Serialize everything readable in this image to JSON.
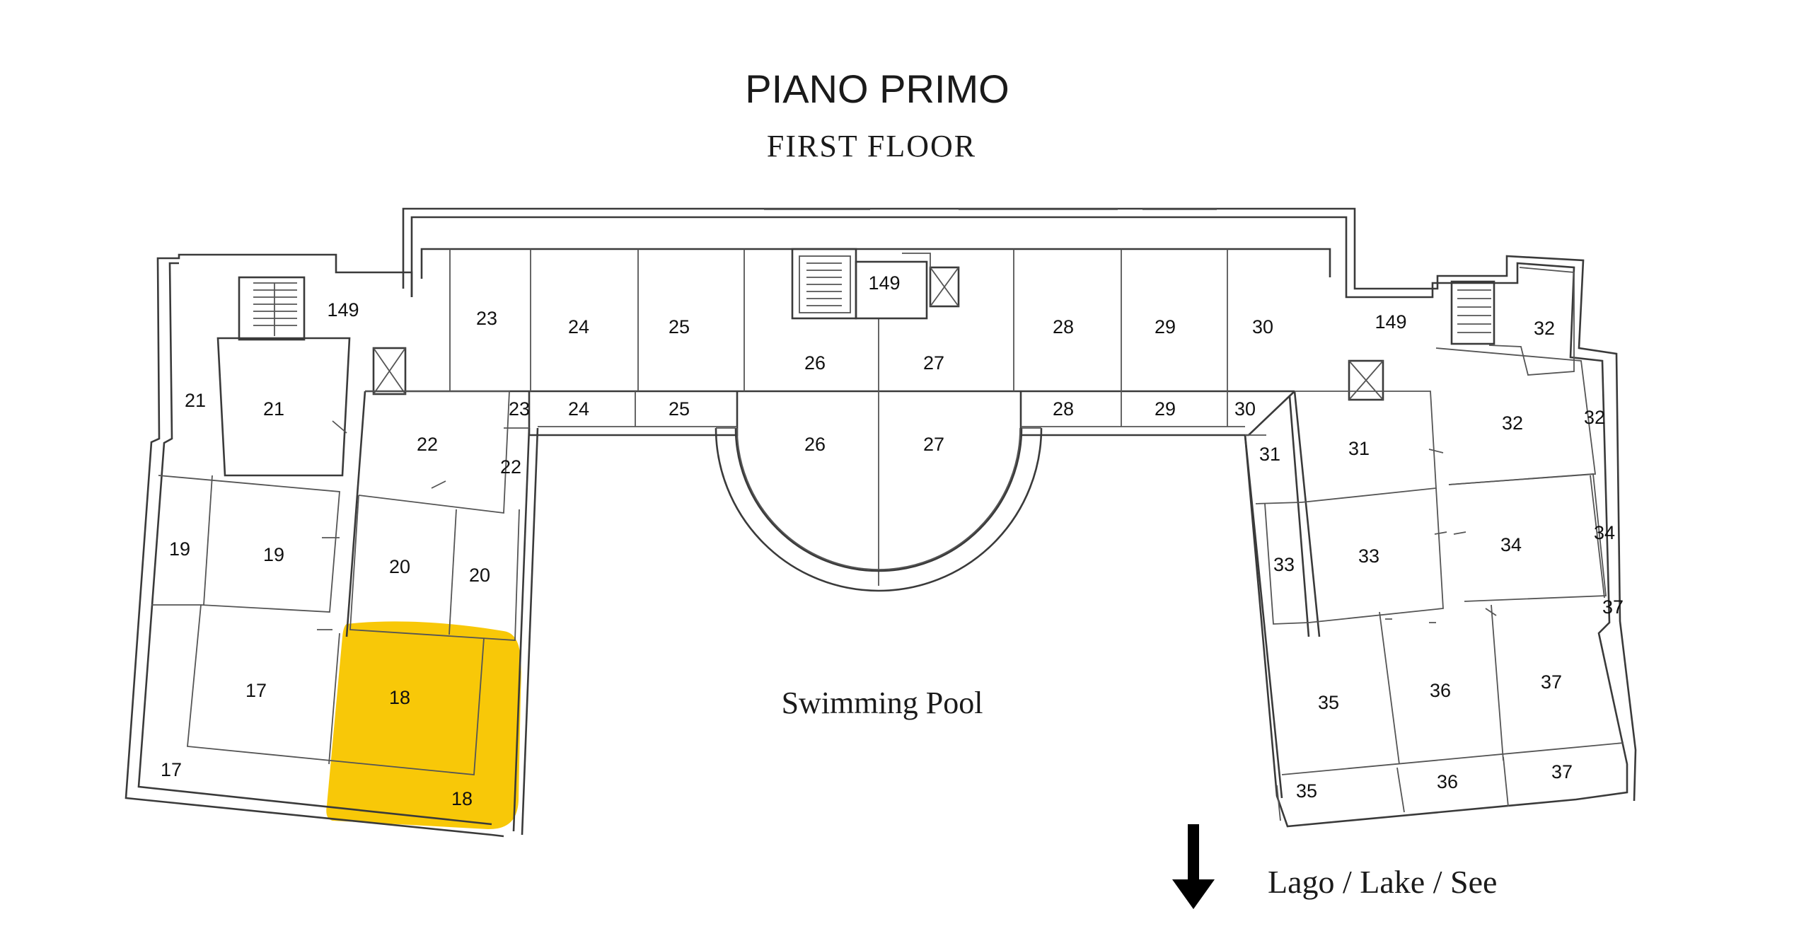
{
  "title": "PIANO PRIMO",
  "subtitle": "FIRST  FLOOR",
  "pool_label": "Swimming Pool",
  "direction_label": "Lago / Lake / See",
  "highlight_color": "#f8c808",
  "highlighted_room": "18",
  "rooms": {
    "r149a": "149",
    "r149b": "149",
    "r149c": "149",
    "r23a": "23",
    "r24a": "24",
    "r25a": "25",
    "r26a": "26",
    "r27a": "27",
    "r28a": "28",
    "r29a": "29",
    "r30a": "30",
    "r23b": "23",
    "r24b": "24",
    "r25b": "25",
    "r28b": "28",
    "r29b": "29",
    "r30b": "30",
    "r26b": "26",
    "r27b": "27",
    "r21a": "21",
    "r21b": "21",
    "r22a": "22",
    "r22b": "22",
    "r19a": "19",
    "r19b": "19",
    "r20a": "20",
    "r20b": "20",
    "r17a": "17",
    "r17b": "17",
    "r18a": "18",
    "r18b": "18",
    "r32a": "32",
    "r32b": "32",
    "r32c": "32",
    "r31a": "31",
    "r31b": "31",
    "r33a": "33",
    "r33b": "33",
    "r34a": "34",
    "r34b": "34",
    "r37a": "37",
    "r37b": "37",
    "r37c": "37",
    "r35a": "35",
    "r35b": "35",
    "r36a": "36",
    "r36b": "36"
  }
}
